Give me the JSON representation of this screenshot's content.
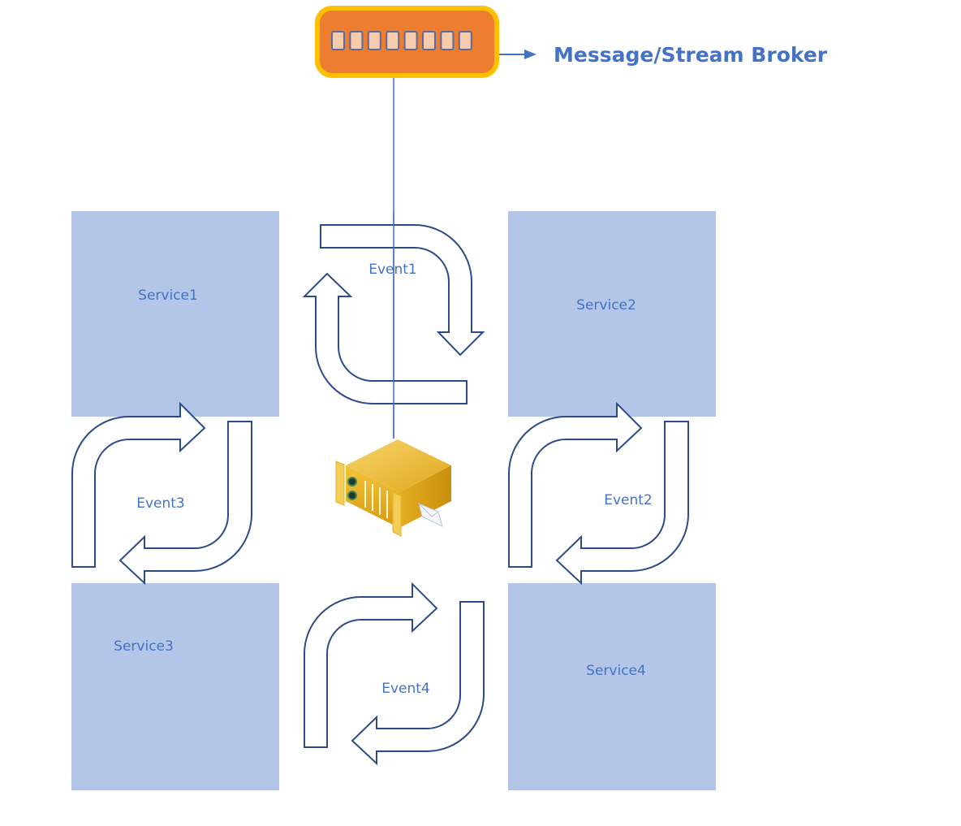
{
  "broker": {
    "label": "Message/Stream Broker",
    "queue_slots": 8,
    "icon": "message-queue-icon"
  },
  "services": [
    {
      "id": "service1",
      "label": "Service1"
    },
    {
      "id": "service2",
      "label": "Service2"
    },
    {
      "id": "service3",
      "label": "Service3"
    },
    {
      "id": "service4",
      "label": "Service4"
    }
  ],
  "events": [
    {
      "id": "event1",
      "label": "Event1",
      "between": [
        "Service1",
        "Service2"
      ]
    },
    {
      "id": "event2",
      "label": "Event2",
      "between": [
        "Service2",
        "Service4"
      ]
    },
    {
      "id": "event3",
      "label": "Event3",
      "between": [
        "Service1",
        "Service3"
      ]
    },
    {
      "id": "event4",
      "label": "Event4",
      "between": [
        "Service3",
        "Service4"
      ]
    }
  ],
  "hub": {
    "icon": "server-icon"
  },
  "colors": {
    "service_fill": "#B4C6E7",
    "text_blue": "#4472C4",
    "arrow_stroke": "#2F4A88",
    "broker_fill": "#ED7D31",
    "broker_border": "#FFC000",
    "slot_fill": "#F8CBAD",
    "connector": "#4472C4"
  }
}
